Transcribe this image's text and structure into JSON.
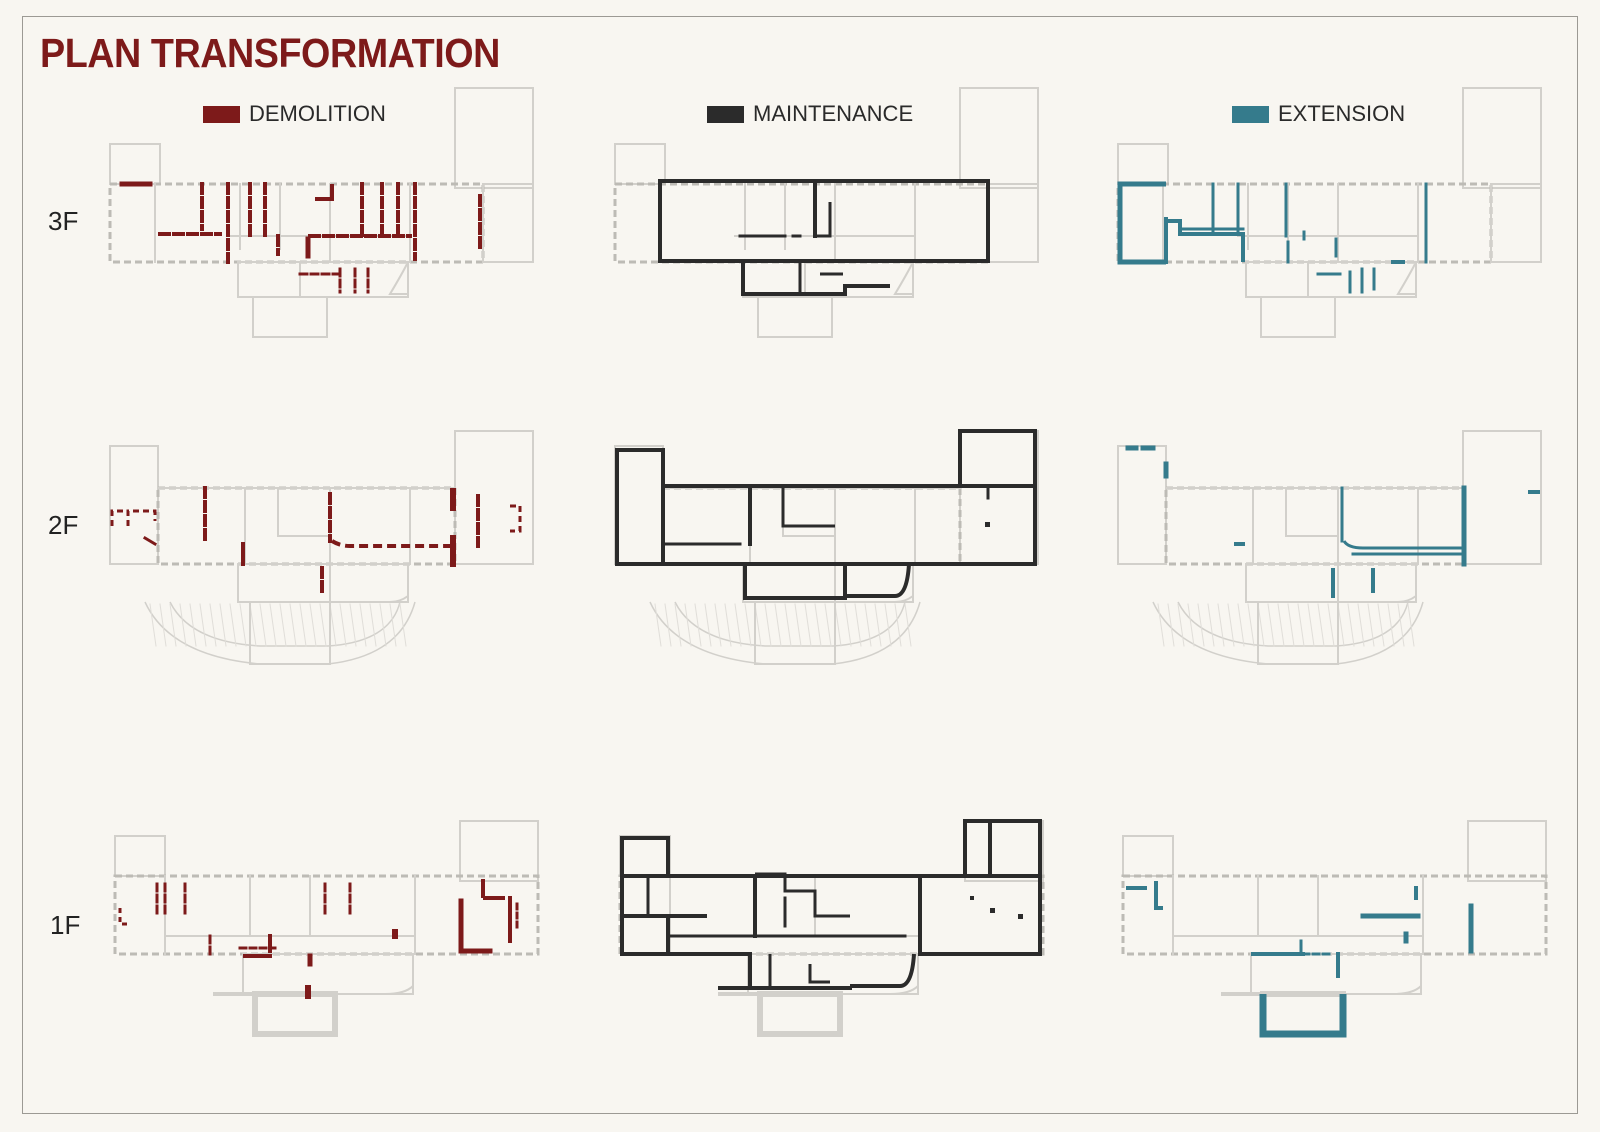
{
  "title": "PLAN TRANSFORMATION",
  "legend": [
    {
      "label": "DEMOLITION",
      "color": "#7d1a1a"
    },
    {
      "label": "MAINTENANCE",
      "color": "#2b2b2b"
    },
    {
      "label": "EXTENSION",
      "color": "#357b8c"
    }
  ],
  "floors": [
    "3F",
    "2F",
    "1F"
  ],
  "colors": {
    "ghost": "#d2d0cb",
    "ghost_dash": "#bdbbb5",
    "background": "#f8f6f1",
    "border": "#9c9a94"
  }
}
